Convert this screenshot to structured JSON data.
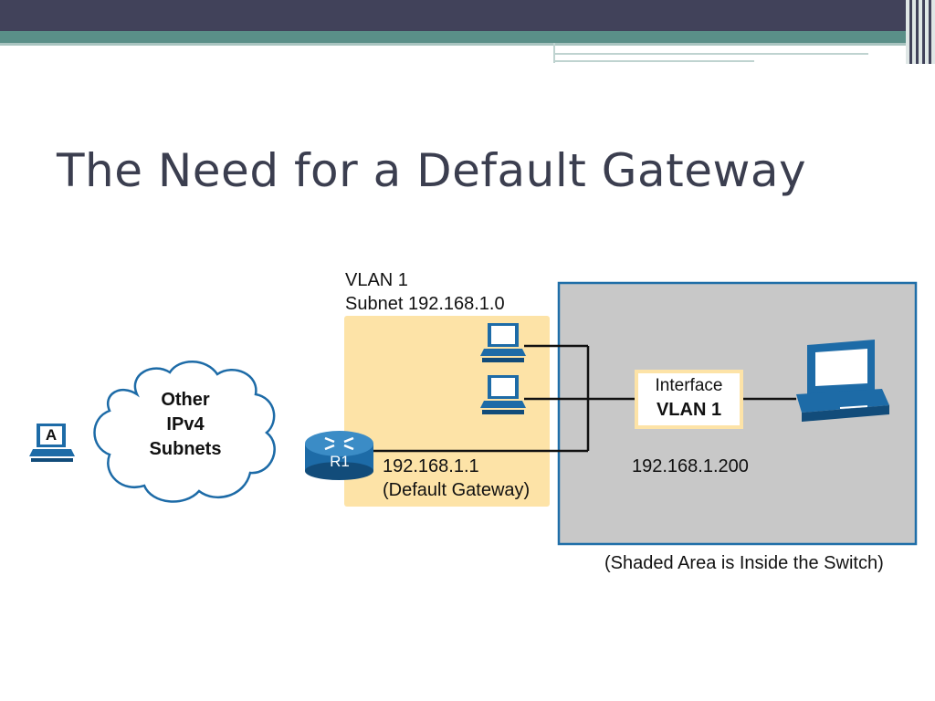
{
  "slide": {
    "title": "The Need for a Default Gateway"
  },
  "diagram": {
    "vlan_label": "VLAN 1",
    "subnet_label": "Subnet 192.168.1.0",
    "cloud": {
      "line1": "Other",
      "line2": "IPv4",
      "line3": "Subnets"
    },
    "host_a_label": "A",
    "router_label": "R1",
    "gateway_ip": "192.168.1.1",
    "gateway_note": "(Default Gateway)",
    "interface_line1": "Interface",
    "interface_line2": "VLAN 1",
    "interface_ip": "192.168.1.200",
    "switch_note": "(Shaded Area is Inside the Switch)"
  },
  "colors": {
    "header_dark": "#41425a",
    "header_teal": "#5a8f88",
    "title": "#3b3e4f",
    "vlan_fill": "#fde3a7",
    "switch_fill": "#c8c8c8",
    "switch_border": "#1f6ea8",
    "device_blue": "#1d6ba7"
  },
  "icons": [
    "pc-icon",
    "router-icon",
    "cloud-shape",
    "monitor-icon"
  ]
}
